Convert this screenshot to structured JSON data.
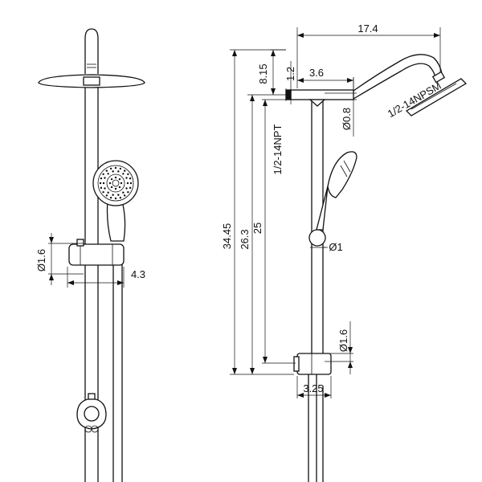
{
  "dimensions": {
    "rail_diameter_left": "Ø1.6",
    "holder_offset": "4.3",
    "arm_reach": "17.4",
    "top_height": "8.15",
    "pipe_size": "1.2",
    "tee_width": "3.6",
    "arm_diameter": "Ø0.8",
    "inlet_thread": "1/2-14NPT",
    "outlet_thread": "1/2-14NPSM",
    "overall_height": "34.45",
    "mid_height": "26.3",
    "lower_height": "25",
    "slider_diameter": "Ø1",
    "rail_diameter_right": "Ø1.6",
    "base_width": "3.25"
  }
}
